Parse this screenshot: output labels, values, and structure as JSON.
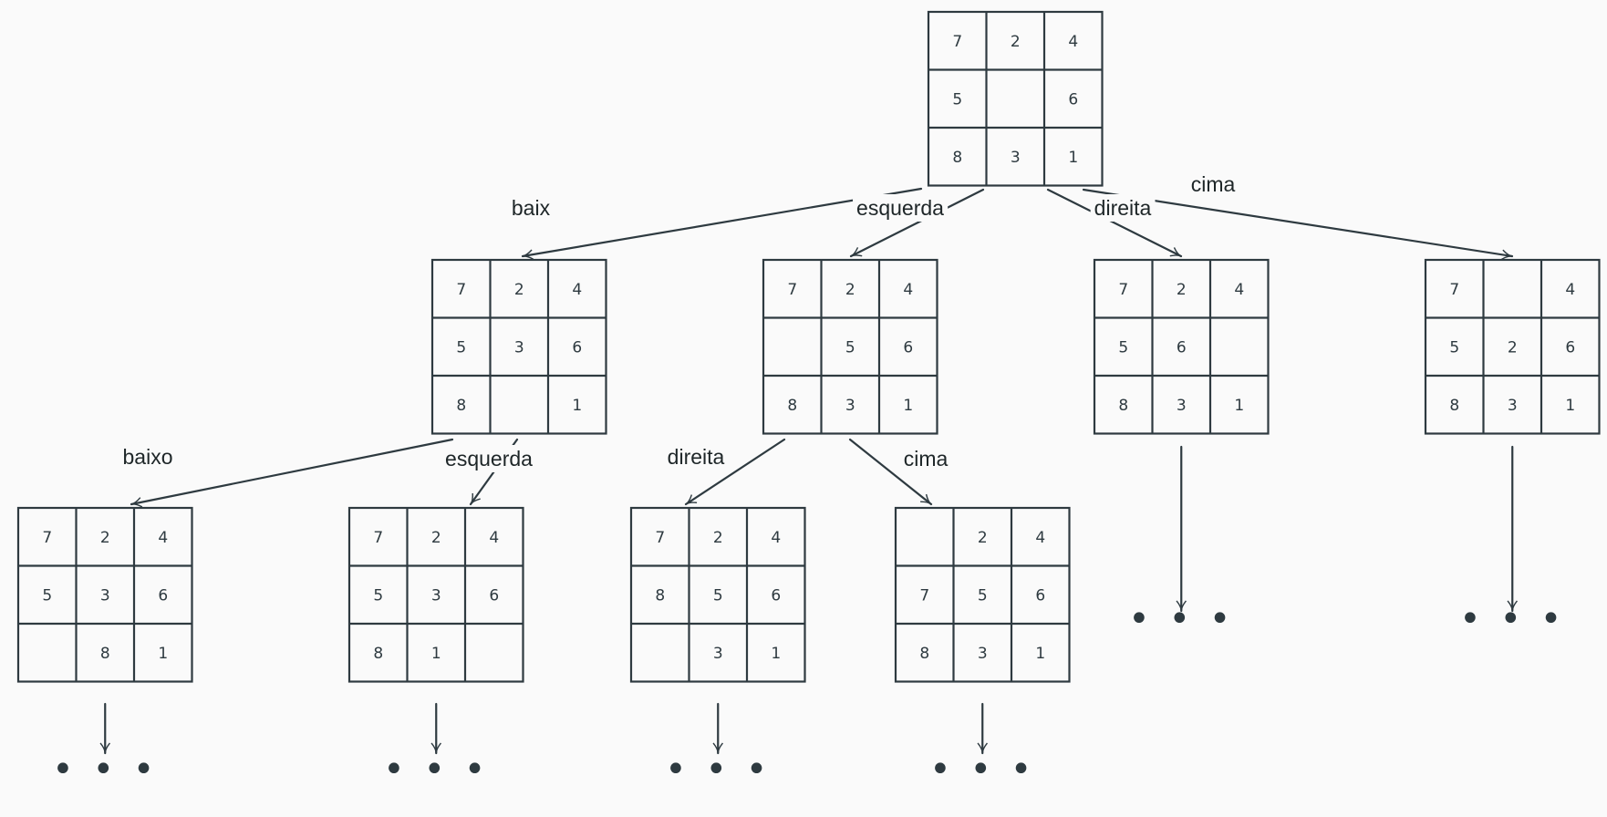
{
  "boards": [
    {
      "id": "root",
      "cells": [
        "7",
        "2",
        "4",
        "5",
        "",
        "6",
        "8",
        "3",
        "1"
      ]
    },
    {
      "id": "n1",
      "cells": [
        "7",
        "2",
        "4",
        "5",
        "3",
        "6",
        "8",
        "",
        "1"
      ]
    },
    {
      "id": "n2",
      "cells": [
        "7",
        "2",
        "4",
        "",
        "5",
        "6",
        "8",
        "3",
        "1"
      ]
    },
    {
      "id": "n3",
      "cells": [
        "7",
        "2",
        "4",
        "5",
        "6",
        "",
        "8",
        "3",
        "1"
      ]
    },
    {
      "id": "n4",
      "cells": [
        "7",
        "",
        "4",
        "5",
        "2",
        "6",
        "8",
        "3",
        "1"
      ]
    },
    {
      "id": "n5",
      "cells": [
        "7",
        "2",
        "4",
        "5",
        "3",
        "6",
        "",
        "8",
        "1"
      ]
    },
    {
      "id": "n6",
      "cells": [
        "7",
        "2",
        "4",
        "5",
        "3",
        "6",
        "8",
        "1",
        ""
      ]
    },
    {
      "id": "n7",
      "cells": [
        "7",
        "2",
        "4",
        "8",
        "5",
        "6",
        "",
        "3",
        "1"
      ]
    },
    {
      "id": "n8",
      "cells": [
        "",
        "2",
        "4",
        "7",
        "5",
        "6",
        "8",
        "3",
        "1"
      ]
    }
  ],
  "edges": [
    {
      "from": "root",
      "to": "n1",
      "label": "baix"
    },
    {
      "from": "root",
      "to": "n2",
      "label": "esquerda"
    },
    {
      "from": "root",
      "to": "n3",
      "label": "direita"
    },
    {
      "from": "root",
      "to": "n4",
      "label": "cima"
    },
    {
      "from": "n1",
      "to": "n5",
      "label": "baixo"
    },
    {
      "from": "n1",
      "to": "n6",
      "label": "esquerda"
    },
    {
      "from": "n2",
      "to": "n7",
      "label": "direita"
    },
    {
      "from": "n2",
      "to": "n8",
      "label": "cima"
    }
  ],
  "continuation": "• • •"
}
